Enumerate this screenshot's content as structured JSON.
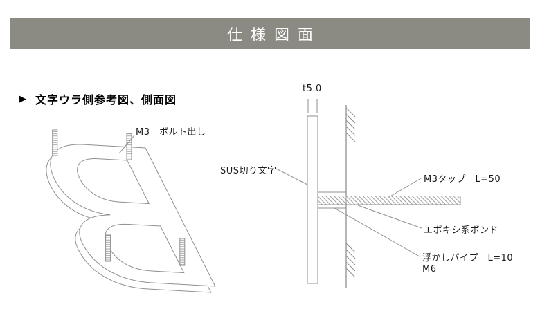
{
  "header": {
    "title": "仕様図面"
  },
  "section": {
    "marker": "▶",
    "title": "文字ウラ側参考図、側面図"
  },
  "back_view": {
    "letter": "B",
    "bolt_label": "M3　ボルト出し"
  },
  "side_view": {
    "thickness_label": "t5.0",
    "letter_label": "SUS切り文字",
    "tap_label": "M3タップ　L=50",
    "bond_label": "エポキシ系ボンド",
    "pipe_label": "浮かしパイプ　L=10",
    "pipe_size_label": "M6"
  },
  "colors": {
    "header_bg": "#8b8b84",
    "header_text": "#ffffff",
    "line": "#8f8f8f",
    "text": "#1a1a1a"
  }
}
